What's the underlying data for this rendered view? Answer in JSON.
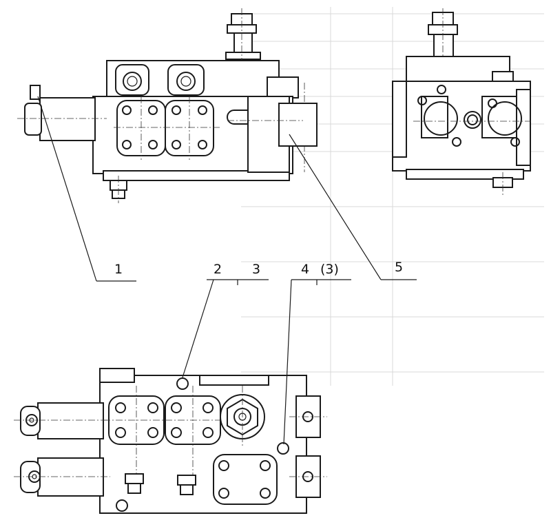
{
  "callouts": [
    {
      "id": "1",
      "text": "1"
    },
    {
      "id": "2",
      "text": "2"
    },
    {
      "id": "3",
      "text": "3"
    },
    {
      "id": "4",
      "text": "4"
    },
    {
      "id": "4b",
      "text": "(3)"
    },
    {
      "id": "5",
      "text": "5"
    }
  ],
  "colors": {
    "ink": "#1a1a1a",
    "paper": "#ffffff",
    "ghost": "#d8d8d8"
  }
}
